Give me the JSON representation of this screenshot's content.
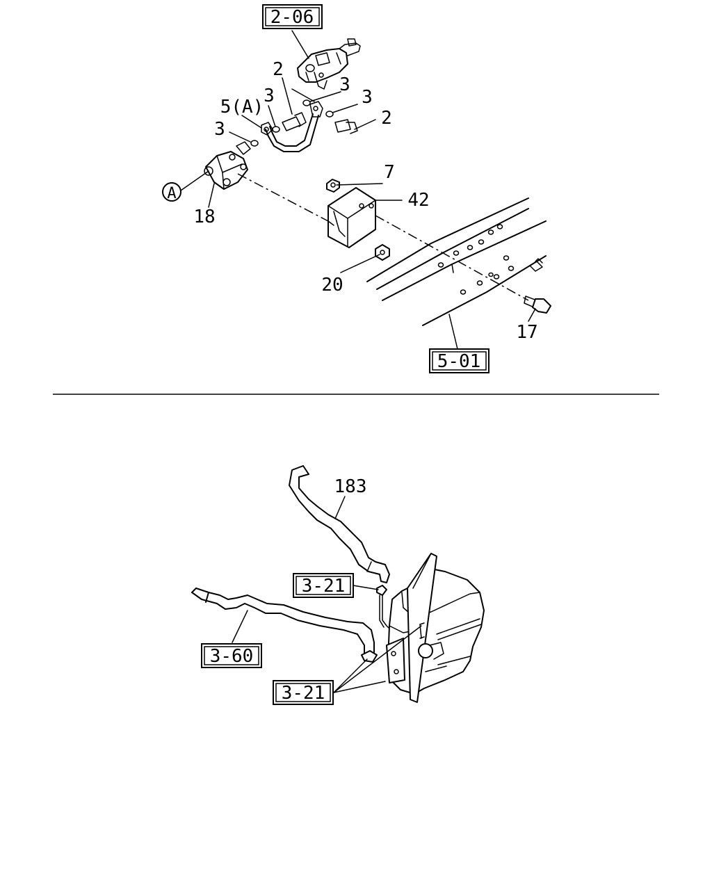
{
  "callouts": {
    "ref_2_06": "2-06",
    "ref_5_01": "5-01",
    "ref_3_21_a": "3-21",
    "ref_3_21_b": "3-21",
    "ref_3_60": "3-60",
    "part_2_a": "2",
    "part_2_b": "2",
    "part_3_a": "3",
    "part_3_b": "3",
    "part_3_c": "3",
    "part_3_d": "3",
    "part_5a": "5(A)",
    "part_7": "7",
    "part_42": "42",
    "part_18": "18",
    "part_20": "20",
    "part_17": "17",
    "part_183": "183",
    "marker_a": "A"
  }
}
